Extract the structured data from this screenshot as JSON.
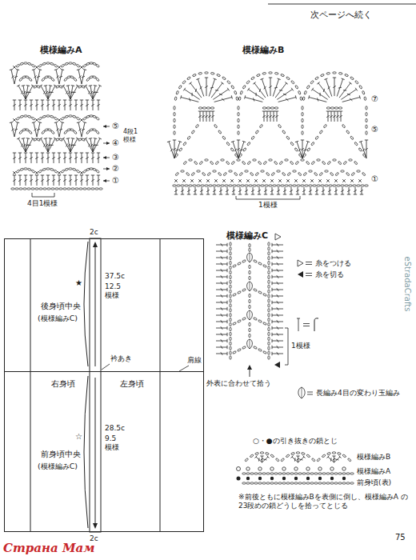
{
  "diagram": {
    "nodes": [
      {
        "text": [
          "後身頃中央",
          "(模様編みC)"
        ]
      },
      {
        "text": [
          "前身頃中央",
          "(模様編みC)"
        ]
      }
    ],
    "labels": [
      "次ページへ続く",
      "模様編みA",
      "⑤",
      "4段1模様",
      "④",
      "③",
      "②",
      "①",
      "4目1模様",
      "模様編みB",
      "⑦",
      "⑤",
      "①",
      "1模様",
      "2c",
      "37.5c",
      "12.5模様",
      "★",
      "衿あき",
      "肩線",
      "右身頃",
      "左身頃",
      "28.5c",
      "9.5模様",
      "☆",
      "2c",
      "模様編みC",
      "1模様",
      "外表に合わせて拾う",
      "○・●の引き抜きの鎖とじ",
      "模様編みB",
      "模様編みA",
      "前身頃(表)",
      "※前後ともに模様編みBを表側に倒し、模様編みA の23段めの鎖どうしを拾ってとじる",
      "75",
      "eStradaCrafts",
      "Страна Мам"
    ],
    "legend": [
      {
        "text": "糸をつける"
      },
      {
        "text": "糸を切る"
      },
      {
        "text": "長編み4目の変わり玉編み"
      }
    ]
  }
}
